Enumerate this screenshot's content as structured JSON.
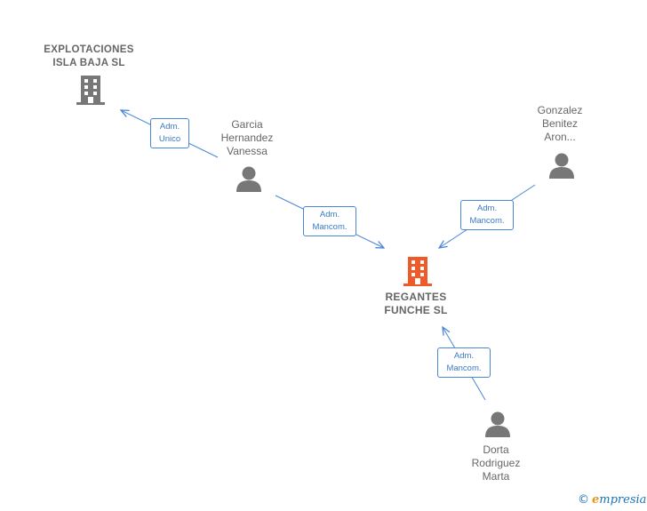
{
  "nodes": {
    "explotaciones": {
      "lines": [
        "EXPLOTACIONES",
        "ISLA BAJA  SL"
      ],
      "type": "company"
    },
    "garcia": {
      "lines": [
        "Garcia",
        "Hernandez",
        "Vanessa"
      ],
      "type": "person"
    },
    "gonzalez": {
      "lines": [
        "Gonzalez",
        "Benitez",
        "Aron..."
      ],
      "type": "person"
    },
    "regantes": {
      "lines": [
        "REGANTES",
        "FUNCHE  SL"
      ],
      "type": "company-main"
    },
    "dorta": {
      "lines": [
        "Dorta",
        "Rodriguez",
        "Marta"
      ],
      "type": "person"
    }
  },
  "edges": {
    "garcia_explotaciones": {
      "lines": [
        "Adm.",
        "Unico"
      ]
    },
    "garcia_regantes": {
      "lines": [
        "Adm.",
        "Mancom."
      ]
    },
    "gonzalez_regantes": {
      "lines": [
        "Adm.",
        "Mancom."
      ]
    },
    "dorta_regantes": {
      "lines": [
        "Adm.",
        "Mancom."
      ]
    }
  },
  "colors": {
    "edge": "#4a86d6",
    "icon_gray": "#777777",
    "icon_main": "#f05a28"
  },
  "brand": {
    "copyright": "©",
    "initial": "e",
    "rest": "mpresia"
  }
}
